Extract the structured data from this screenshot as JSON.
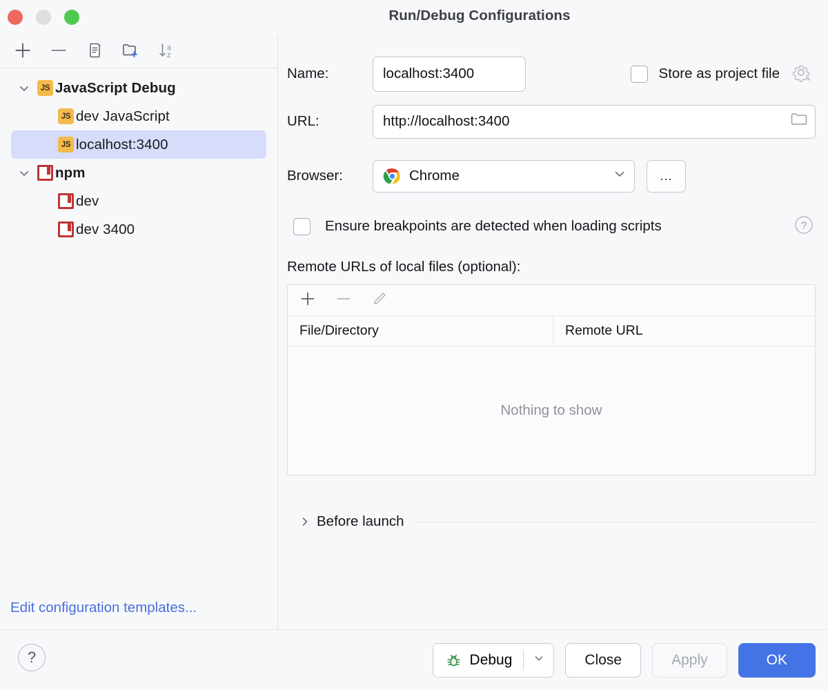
{
  "window": {
    "title": "Run/Debug Configurations",
    "traffic_lights": [
      "close-red",
      "minimize-yellow",
      "zoom-green"
    ]
  },
  "left_panel": {
    "toolbar": [
      {
        "name": "add",
        "icon": "plus-icon"
      },
      {
        "name": "remove",
        "icon": "minus-icon"
      },
      {
        "name": "copy",
        "icon": "copy-icon"
      },
      {
        "name": "new-folder",
        "icon": "folder-add-icon"
      },
      {
        "name": "sort-alphabetically",
        "icon": "sort-az-icon"
      }
    ],
    "tree": [
      {
        "label": "JavaScript Debug",
        "type": "group",
        "icon": "js",
        "expanded": true,
        "selected": false,
        "depth": 0
      },
      {
        "label": "dev JavaScript",
        "type": "item",
        "icon": "js",
        "expanded": false,
        "selected": false,
        "depth": 1
      },
      {
        "label": "localhost:3400",
        "type": "item",
        "icon": "js",
        "expanded": false,
        "selected": true,
        "depth": 1
      },
      {
        "label": "npm",
        "type": "group",
        "icon": "npm",
        "expanded": true,
        "selected": false,
        "depth": 0
      },
      {
        "label": "dev",
        "type": "item",
        "icon": "npm",
        "expanded": false,
        "selected": false,
        "depth": 1
      },
      {
        "label": "dev 3400",
        "type": "item",
        "icon": "npm",
        "expanded": false,
        "selected": false,
        "depth": 1
      }
    ],
    "edit_templates_link": "Edit configuration templates..."
  },
  "form": {
    "name_label": "Name:",
    "name_value": "localhost:3400",
    "store_as_project_file_label": "Store as project file",
    "store_as_project_file_checked": false,
    "store_gear_icon": "gear-icon",
    "url_label": "URL:",
    "url_value": "http://localhost:3400",
    "url_browse_icon": "folder-icon",
    "browser_label": "Browser:",
    "browser_value": "Chrome",
    "browser_icon": "chrome-icon",
    "browser_more_label": "...",
    "ensure_breakpoints_label": "Ensure breakpoints are detected when loading scripts",
    "ensure_breakpoints_checked": false,
    "ensure_breakpoints_help_icon": "question-circle-icon",
    "remote_urls_label": "Remote URLs of local files (optional):",
    "table_toolbar": [
      {
        "name": "add-remote-url",
        "icon": "plus-icon",
        "enabled": true
      },
      {
        "name": "remove-remote-url",
        "icon": "minus-icon",
        "enabled": false
      },
      {
        "name": "edit-remote-url",
        "icon": "pencil-icon",
        "enabled": false
      }
    ],
    "table_columns": [
      "File/Directory",
      "Remote URL"
    ],
    "table_rows": [],
    "table_empty_text": "Nothing to show",
    "before_launch_label": "Before launch",
    "before_launch_expanded": false
  },
  "bottom_bar": {
    "help_label": "?",
    "debug_label": "Debug",
    "debug_icon": "bug-icon",
    "close_label": "Close",
    "apply_label": "Apply",
    "apply_enabled": false,
    "ok_label": "OK"
  },
  "colors": {
    "accent_blue": "#4473e6",
    "link_blue": "#4a6fe0",
    "selection_blue": "#d6dcfa",
    "js_badge": "#f5ba4c",
    "npm_red": "#bf3434",
    "bug_green": "#3a8f4d",
    "background": "#f7f8fa"
  }
}
